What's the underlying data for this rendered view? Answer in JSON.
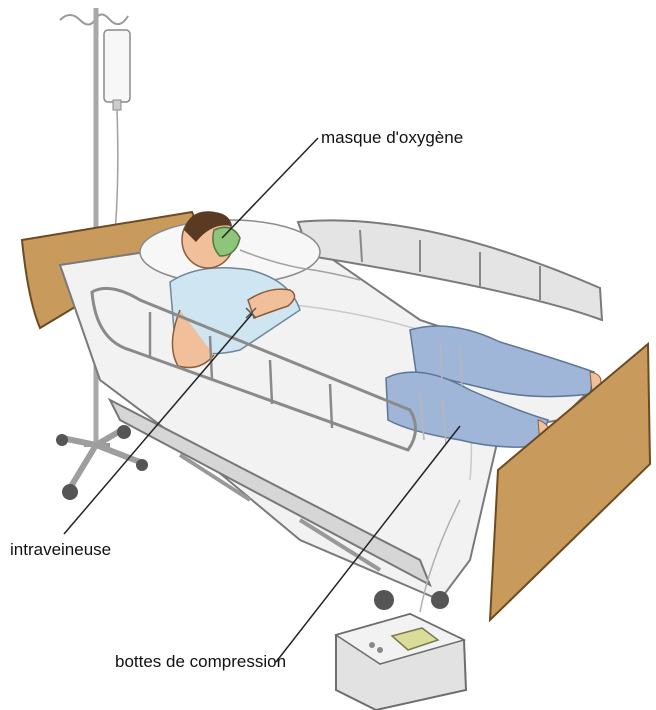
{
  "labels": {
    "oxygen_mask": "masque d'oxygène",
    "iv": "intraveineuse",
    "compression_boots": "bottes de compression"
  },
  "colors": {
    "bed_panel": "#c89a5c",
    "bed_frame": "#d6d6d6",
    "sheet": "#f2f2f2",
    "gown": "#cfe6f2",
    "skin": "#f1c09a",
    "hair": "#5b3a24",
    "mask": "#8fc57a",
    "boots": "#9fb6d8",
    "pump": "#e2e2e2",
    "pump_screen": "#d9dd9a"
  }
}
